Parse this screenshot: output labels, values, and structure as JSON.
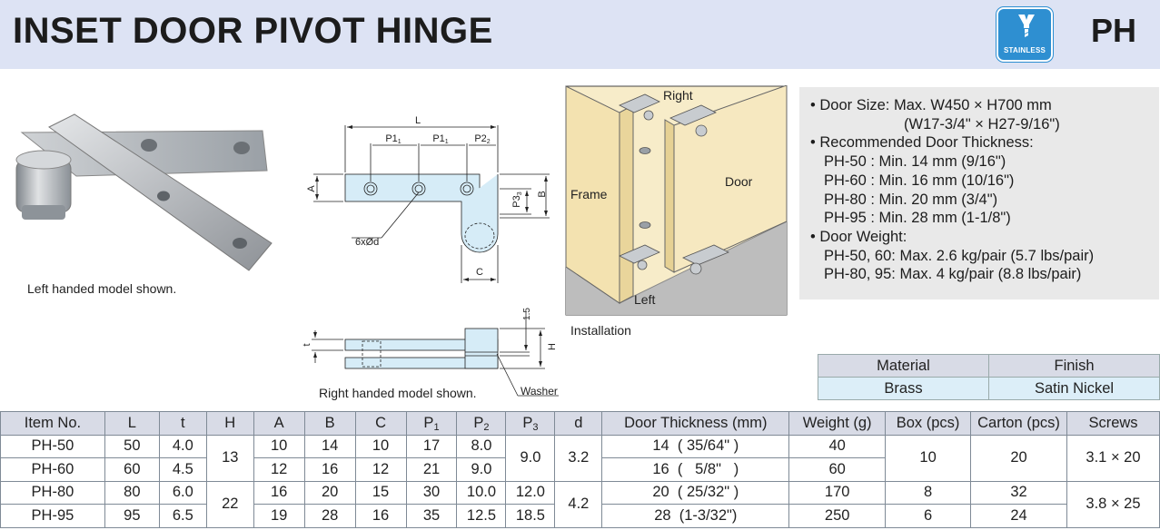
{
  "header": {
    "title": "INSET DOOR PIVOT HINGE",
    "badge_label": "STAINLESS",
    "code": "PH"
  },
  "photo": {
    "caption": "Left handed model shown."
  },
  "drawing": {
    "top_view": {
      "dims": [
        "L",
        "P1",
        "P1",
        "P2",
        "A",
        "B",
        "P3",
        "C"
      ],
      "hole_label": "6xØd"
    },
    "side_view": {
      "dims": [
        "t",
        "H",
        "1.5"
      ],
      "washer_label": "Washer",
      "caption": "Right handed model shown."
    }
  },
  "installation": {
    "labels": {
      "right": "Right",
      "left": "Left",
      "frame": "Frame",
      "door": "Door"
    },
    "caption": "Installation"
  },
  "spec_box": [
    {
      "text": "• Door Size: Max. W450 × H700 mm",
      "indent": 0
    },
    {
      "text": "(W17-3/4\" × H27-9/16\")",
      "indent": 2
    },
    {
      "text": "• Recommended Door Thickness:",
      "indent": 0
    },
    {
      "text": "PH-50 : Min. 14 mm (9/16\")",
      "indent": 1
    },
    {
      "text": "PH-60 : Min. 16 mm (10/16\")",
      "indent": 1
    },
    {
      "text": "PH-80 : Min. 20 mm (3/4\")",
      "indent": 1
    },
    {
      "text": "PH-95 : Min. 28 mm (1-1/8\")",
      "indent": 1
    },
    {
      "text": "• Door Weight:",
      "indent": 0
    },
    {
      "text": "PH-50, 60: Max. 2.6 kg/pair (5.7 lbs/pair)",
      "indent": 1
    },
    {
      "text": "PH-80, 95: Max. 4 kg/pair (8.8 lbs/pair)",
      "indent": 1
    }
  ],
  "material_table": {
    "headers": [
      "Material",
      "Finish"
    ],
    "values": [
      "Brass",
      "Satin Nickel"
    ]
  },
  "spec_table": {
    "headers": [
      "Item No.",
      "L",
      "t",
      "H",
      "A",
      "B",
      "C",
      "P",
      "P",
      "P",
      "d",
      "Door Thickness (mm)",
      "Weight (g)",
      "Box (pcs)",
      "Carton (pcs)",
      "Screws"
    ],
    "header_subs": [
      "",
      "",
      "",
      "",
      "",
      "",
      "",
      "1",
      "2",
      "3",
      "",
      "",
      "",
      "",
      "",
      ""
    ],
    "rows": [
      [
        "PH-50",
        "50",
        "4.0",
        "13",
        "10",
        "14",
        "10",
        "17",
        "8.0",
        "9.0",
        "3.2",
        "14  ( 35/64\" )",
        "40",
        "10",
        "20",
        "3.1 × 20"
      ],
      [
        "PH-60",
        "60",
        "4.5",
        "",
        "12",
        "16",
        "12",
        "21",
        "9.0",
        "",
        "",
        "16  (   5/8\"   )",
        "60",
        "",
        "",
        ""
      ],
      [
        "PH-80",
        "80",
        "6.0",
        "22",
        "16",
        "20",
        "15",
        "30",
        "10.0",
        "12.0",
        "4.2",
        "20  ( 25/32\" )",
        "170",
        "8",
        "32",
        "3.8 × 25"
      ],
      [
        "PH-95",
        "95",
        "6.5",
        "",
        "19",
        "28",
        "16",
        "35",
        "12.5",
        "18.5",
        "",
        "28  (1-3/32\")",
        "250",
        "6",
        "24",
        ""
      ]
    ]
  },
  "colors": {
    "header_bg": "#dde3f4",
    "badge": "#2e8fd1",
    "spec_bg": "#e9e9e9",
    "table_header": "#d8dbe6",
    "material_values": "#dceef8"
  }
}
